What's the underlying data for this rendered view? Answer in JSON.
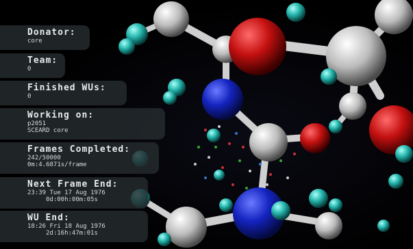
{
  "panels": {
    "donator": {
      "label": "Donator:",
      "value": "core"
    },
    "team": {
      "label": "Team:",
      "value": "0"
    },
    "finished": {
      "label": "Finished WUs:",
      "value": "0"
    },
    "working": {
      "label": "Working on:",
      "project": "p2051",
      "core": "SCEARD core"
    },
    "frames": {
      "label": "Frames Completed:",
      "count": "242/50000",
      "rate": "0m:4.6871s/frame"
    },
    "next_frame": {
      "label": "Next Frame End:",
      "datetime": "23:39 Tue 17 Aug 1976",
      "remaining": "0d:00h:00m:05s"
    },
    "wu_end": {
      "label": "WU End:",
      "datetime": "18:26 Fri 18 Aug 1976",
      "remaining": "2d:16h:47m:01s"
    }
  },
  "colors": {
    "panel_bg": "#262c2e",
    "atom_white": "#e6e6e6",
    "atom_red": "#cc1414",
    "atom_blue": "#1a2ad0",
    "atom_cyan": "#2ec8c0"
  }
}
